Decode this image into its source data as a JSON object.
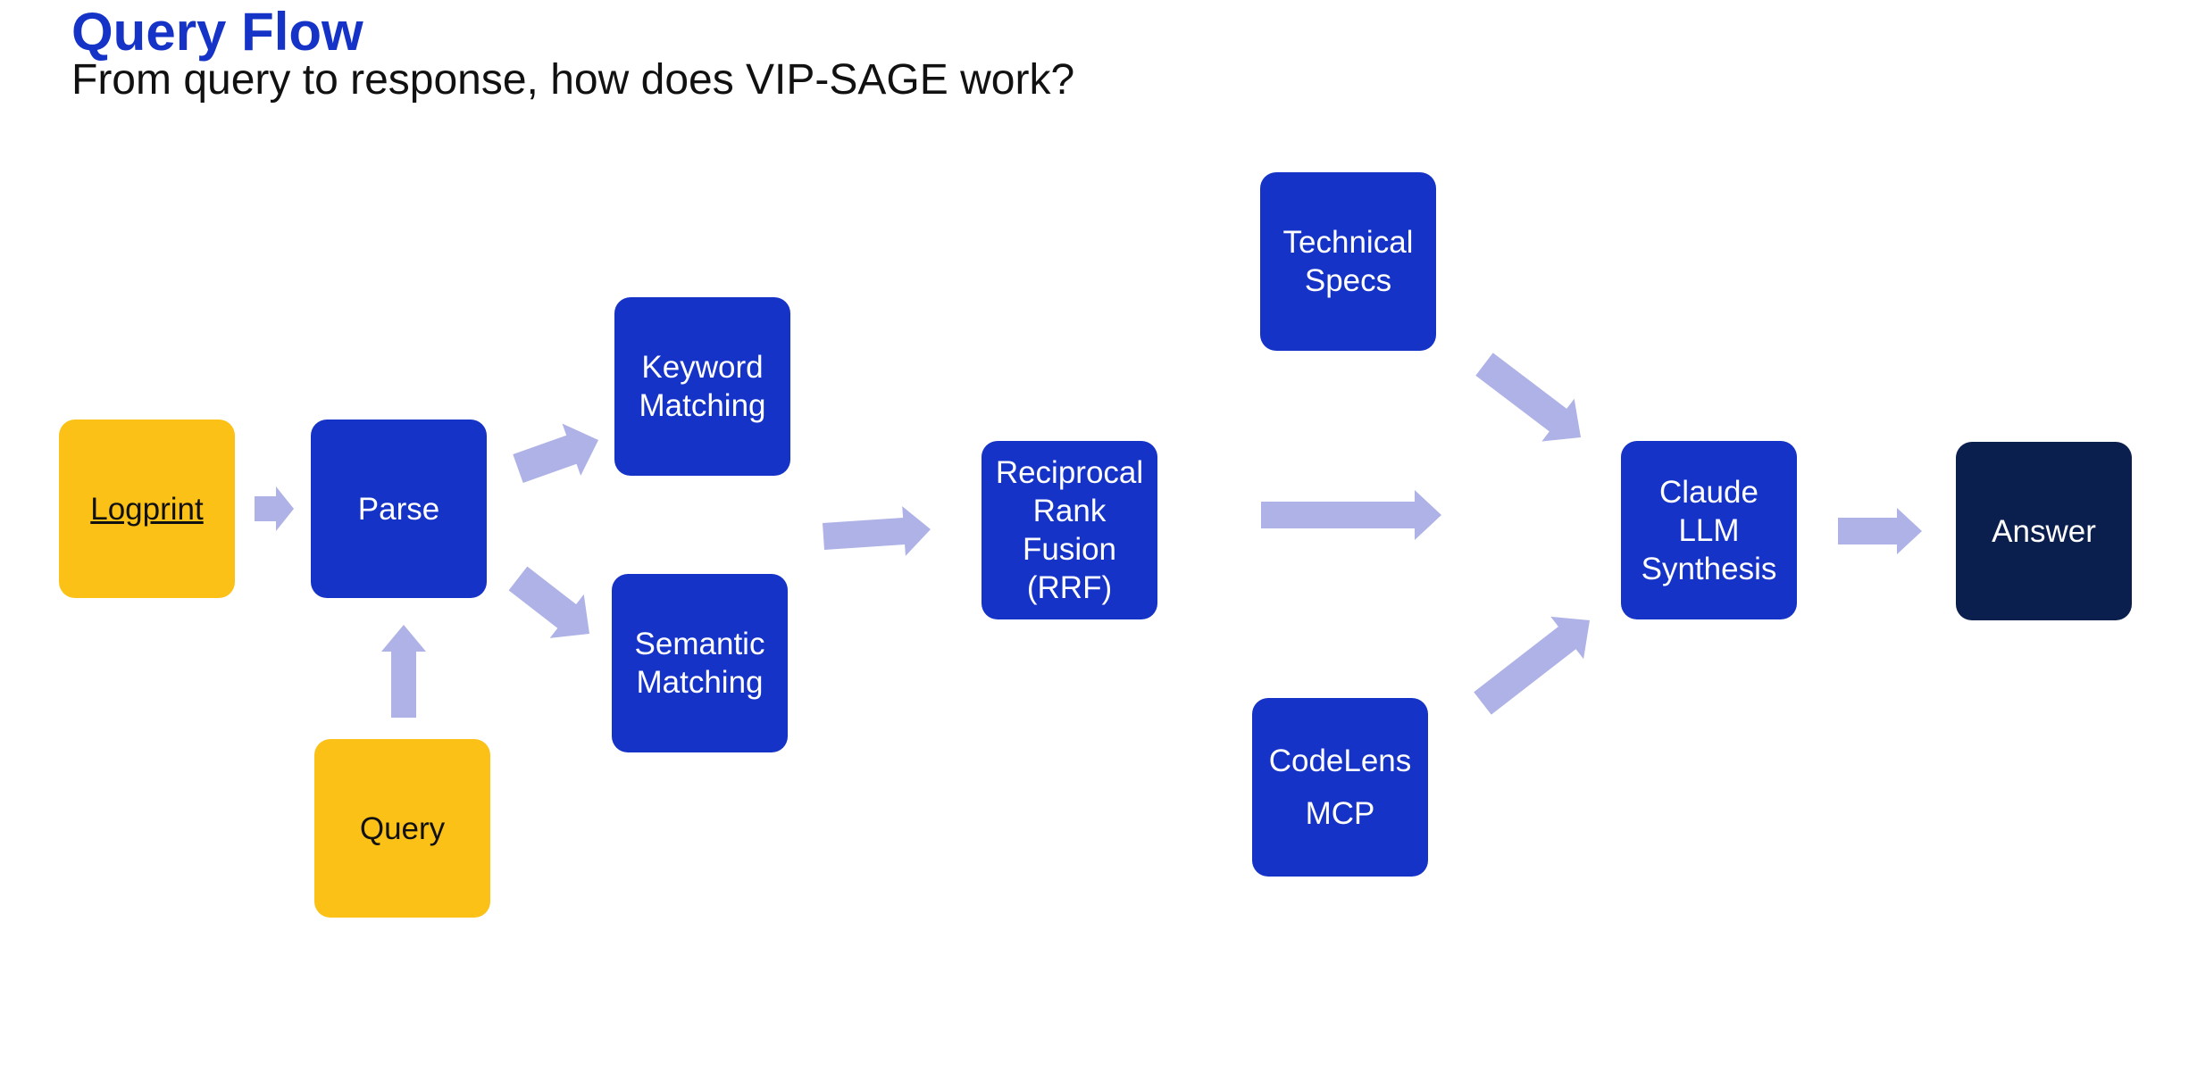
{
  "header": {
    "title": "Query Flow",
    "subtitle": "From query to response, how does VIP-SAGE work?"
  },
  "nodes": {
    "logprint": "Logprint",
    "query": "Query",
    "parse": "Parse",
    "keyword_matching": "Keyword Matching",
    "semantic_matching": "Semantic Matching",
    "rrf": "Reciprocal Rank Fusion (RRF)",
    "technical_specs": "Technical Specs",
    "codelens_line1": "CodeLens",
    "codelens_line2": "MCP",
    "claude": "Claude LLM Synthesis",
    "answer": "Answer"
  },
  "colors": {
    "title_blue": "#1633c8",
    "process_blue": "#1633c8",
    "input_yellow": "#fbc116",
    "output_navy": "#0a1f4d",
    "arrow_lavender": "#aeb2e6"
  }
}
